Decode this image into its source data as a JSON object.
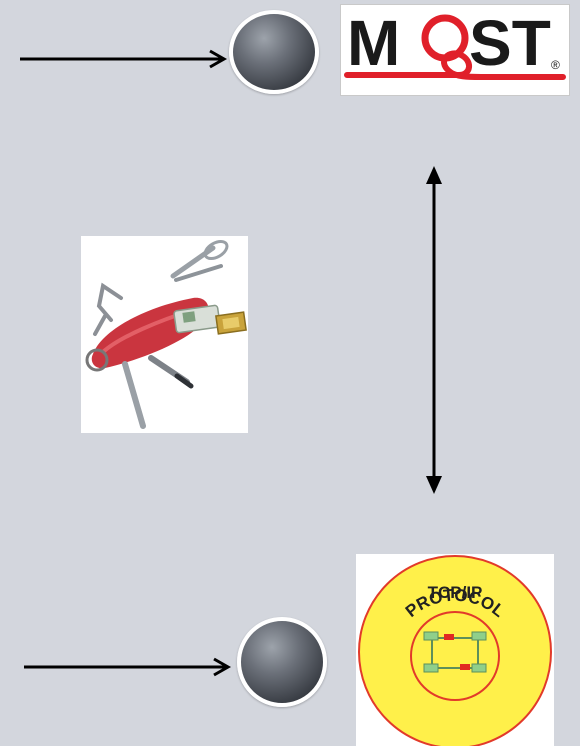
{
  "most_logo": {
    "letters_left": "M",
    "letters_right": "ST",
    "registered_mark": "®",
    "colors": {
      "letters": "#1a1a1a",
      "swoosh": "#e0202a"
    }
  },
  "tcp_badge": {
    "line1": "PROTOCOL",
    "line2": "TCP/IP",
    "colors": {
      "fill": "#fff04a",
      "ring": "#e23a2a",
      "node": "#8fcf8a",
      "link": "#e12a22"
    }
  },
  "connector_colors": {
    "arrow": "#000000",
    "disc_border": "#ffffff"
  }
}
